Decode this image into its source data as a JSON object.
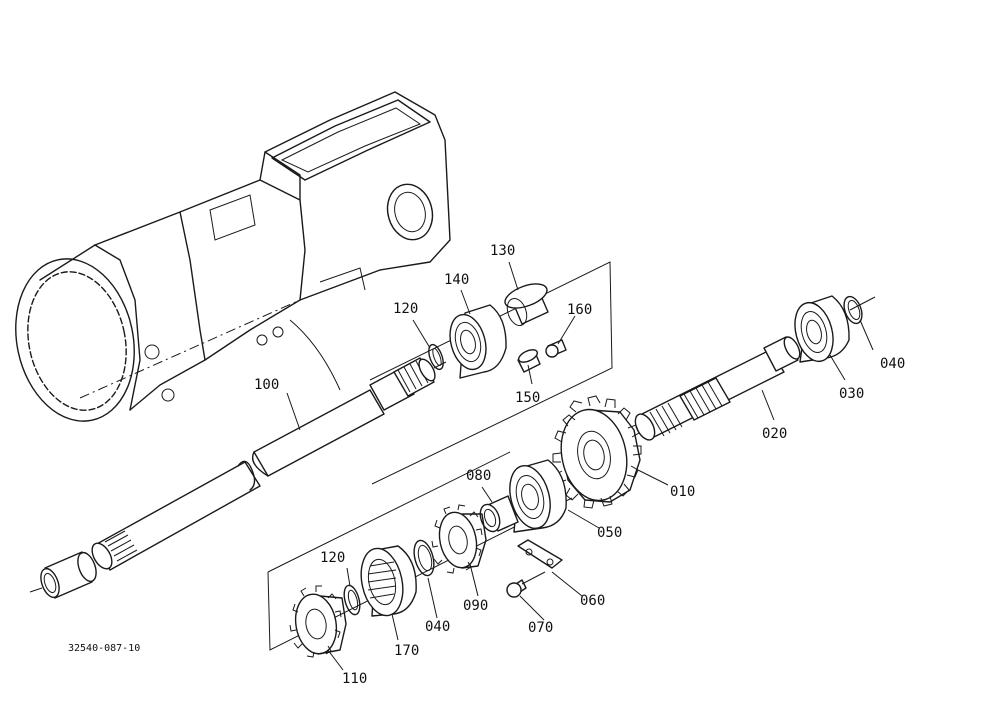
{
  "drawing_code": "32540-087-10",
  "callouts": {
    "c010": "010",
    "c020": "020",
    "c030": "030",
    "c040_right": "040",
    "c040_bottom": "040",
    "c050": "050",
    "c060": "060",
    "c070": "070",
    "c080": "080",
    "c090": "090",
    "c100": "100",
    "c110": "110",
    "c120_top": "120",
    "c120_bottom": "120",
    "c130": "130",
    "c140": "140",
    "c150": "150",
    "c160": "160",
    "c170": "170"
  }
}
